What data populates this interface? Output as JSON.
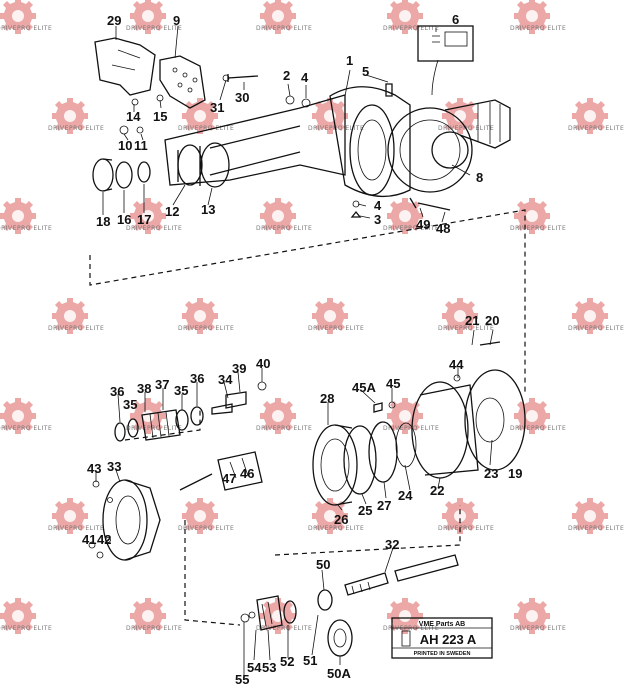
{
  "watermark": {
    "text": "DRIVEPRO ELITE",
    "color": "#e07070"
  },
  "part_numbers": [
    "29",
    "9",
    "6",
    "2",
    "4",
    "1",
    "5",
    "31",
    "30",
    "14",
    "15",
    "10",
    "11",
    "8",
    "18",
    "16",
    "17",
    "12",
    "13",
    "4",
    "3",
    "49",
    "48",
    "21",
    "20",
    "44",
    "40",
    "39",
    "34",
    "36",
    "38",
    "37",
    "35",
    "36",
    "35",
    "45A",
    "45",
    "28",
    "23",
    "19",
    "43",
    "33",
    "22",
    "47",
    "46",
    "24",
    "27",
    "25",
    "26",
    "41",
    "42",
    "32",
    "50",
    "55",
    "54",
    "53",
    "52",
    "51",
    "50A"
  ],
  "plate": {
    "title": "VME Parts AB",
    "code": "AH 223 A",
    "footer": "PRINTED IN SWEDEN"
  }
}
